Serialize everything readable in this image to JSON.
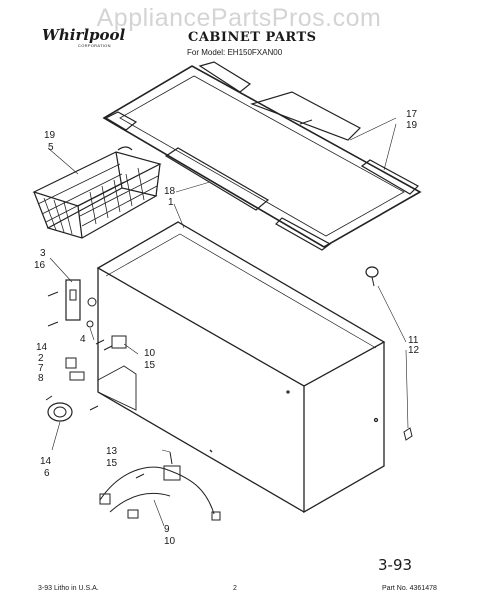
{
  "watermark": "AppliancePartsPros.com",
  "header": {
    "brand": "Whirlpool",
    "brand_sub": "CORPORATION",
    "title": "CABINET PARTS",
    "model": "For Model: EH150FXAN00"
  },
  "callouts": [
    {
      "id": "1a",
      "text": "17"
    },
    {
      "id": "1b",
      "text": "19"
    },
    {
      "id": "2a",
      "text": "19"
    },
    {
      "id": "2b",
      "text": "5"
    },
    {
      "id": "3a",
      "text": "18"
    },
    {
      "id": "3b",
      "text": "1"
    },
    {
      "id": "4a",
      "text": "3"
    },
    {
      "id": "4b",
      "text": "16"
    },
    {
      "id": "5a",
      "text": "14"
    },
    {
      "id": "5b",
      "text": "2"
    },
    {
      "id": "5c",
      "text": "7"
    },
    {
      "id": "5d",
      "text": "8"
    },
    {
      "id": "6a",
      "text": "4"
    },
    {
      "id": "7a",
      "text": "10"
    },
    {
      "id": "7b",
      "text": "15"
    },
    {
      "id": "8a",
      "text": "11"
    },
    {
      "id": "8b",
      "text": "12"
    },
    {
      "id": "9a",
      "text": "14"
    },
    {
      "id": "9b",
      "text": "6"
    },
    {
      "id": "10a",
      "text": "13"
    },
    {
      "id": "10b",
      "text": "15"
    },
    {
      "id": "11a",
      "text": "9"
    },
    {
      "id": "11b",
      "text": "10"
    }
  ],
  "footer": {
    "left": "3-93  Litho in U.S.A.",
    "page": "2",
    "right": "Part No. 4361478",
    "handwritten": "3-93"
  }
}
